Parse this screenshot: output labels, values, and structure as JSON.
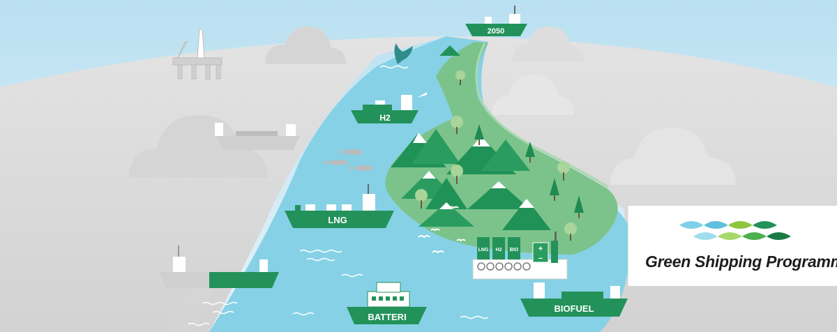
{
  "ships": {
    "s2050": "2050",
    "h2": "H2",
    "lng": "LNG",
    "batteri": "BATTERI",
    "biofuel": "BIOFUEL"
  },
  "terminal": {
    "lng": "LNG",
    "h2": "H2",
    "bio": "BIO",
    "plus": "+",
    "minus": "−"
  },
  "logo": {
    "text": "Green Shipping Programme"
  },
  "colors": {
    "sky": "#cde8f3",
    "land_grey": "#dcdcdc",
    "sea": "#86d1e6",
    "island": "#7cc38b",
    "ship_green": "#23925a",
    "ship_grey": "#c7c7c7"
  }
}
